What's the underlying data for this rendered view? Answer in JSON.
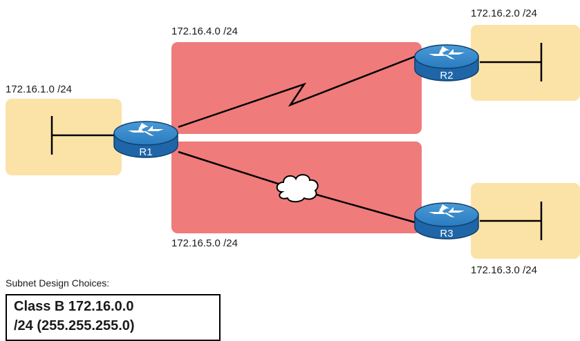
{
  "diagram": {
    "subnets": {
      "lan_r1": "172.16.1.0 /24",
      "lan_r2": "172.16.2.0 /24",
      "lan_r3": "172.16.3.0 /24",
      "wan_r1_r2": "172.16.4.0 /24",
      "wan_r1_r3": "172.16.5.0 /24"
    },
    "routers": [
      "R1",
      "R2",
      "R3"
    ],
    "colors": {
      "lan_fill": "#fbe3a8",
      "wan_fill": "#ef7b7b",
      "router_fill": "#1f6fb5",
      "link": "#000000"
    }
  },
  "design_choices": {
    "caption": "Subnet Design Choices:",
    "line1": "Class B  172.16.0.0",
    "line2": "/24 (255.255.255.0)"
  }
}
